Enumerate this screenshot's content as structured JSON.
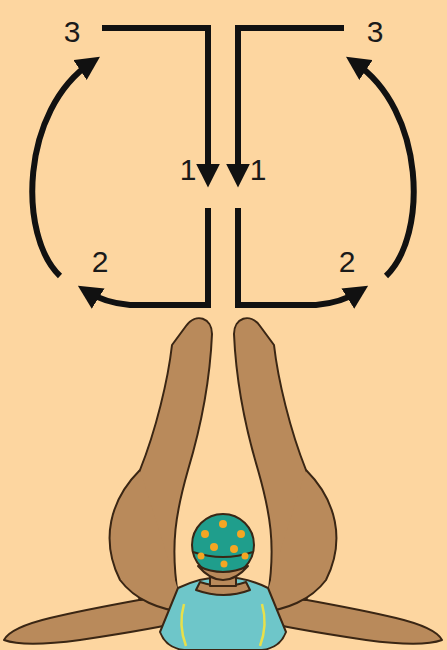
{
  "diagram": {
    "labels": [
      "3",
      "3",
      "1",
      "1",
      "2",
      "2"
    ]
  }
}
